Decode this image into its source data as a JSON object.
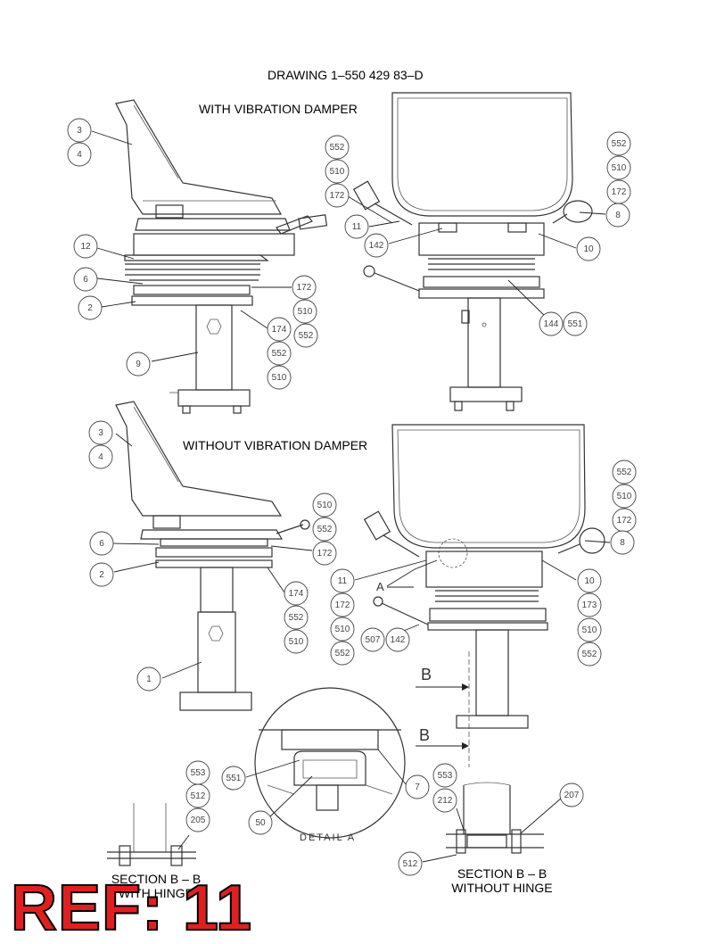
{
  "drawing_title": "DRAWING  1–550 429 83–D",
  "section_with_damper": "WITH VIBRATION DAMPER",
  "section_without_damper": "WITHOUT VIBRATION DAMPER",
  "detail_label": "DETAIL  A",
  "marker_a": "A",
  "marker_b_upper": "B",
  "marker_b_lower": "B",
  "caption_with_hinge_line1": "SECTION  B – B",
  "caption_with_hinge_line2": "WITH HINGE",
  "caption_without_hinge_line1": "SECTION  B – B",
  "caption_without_hinge_line2": "WITHOUT HINGE",
  "ref_label": "REF: 11",
  "part_callouts": [
    {
      "n": "3"
    },
    {
      "n": "4"
    },
    {
      "n": "12"
    },
    {
      "n": "6"
    },
    {
      "n": "2"
    },
    {
      "n": "9"
    },
    {
      "n": "172"
    },
    {
      "n": "510"
    },
    {
      "n": "552"
    },
    {
      "n": "174"
    },
    {
      "n": "552"
    },
    {
      "n": "510"
    },
    {
      "n": "552"
    },
    {
      "n": "510"
    },
    {
      "n": "172"
    },
    {
      "n": "11"
    },
    {
      "n": "142"
    },
    {
      "n": "552"
    },
    {
      "n": "510"
    },
    {
      "n": "172"
    },
    {
      "n": "8"
    },
    {
      "n": "10"
    },
    {
      "n": "144"
    },
    {
      "n": "551"
    },
    {
      "n": "3"
    },
    {
      "n": "4"
    },
    {
      "n": "510"
    },
    {
      "n": "552"
    },
    {
      "n": "6"
    },
    {
      "n": "172"
    },
    {
      "n": "2"
    },
    {
      "n": "174"
    },
    {
      "n": "552"
    },
    {
      "n": "510"
    },
    {
      "n": "1"
    },
    {
      "n": "11"
    },
    {
      "n": "172"
    },
    {
      "n": "510"
    },
    {
      "n": "552"
    },
    {
      "n": "507"
    },
    {
      "n": "142"
    },
    {
      "n": "552"
    },
    {
      "n": "510"
    },
    {
      "n": "172"
    },
    {
      "n": "8"
    },
    {
      "n": "10"
    },
    {
      "n": "173"
    },
    {
      "n": "510"
    },
    {
      "n": "552"
    },
    {
      "n": "551"
    },
    {
      "n": "7"
    },
    {
      "n": "50"
    },
    {
      "n": "553"
    },
    {
      "n": "512"
    },
    {
      "n": "205"
    },
    {
      "n": "553"
    },
    {
      "n": "212"
    },
    {
      "n": "207"
    },
    {
      "n": "512"
    }
  ]
}
